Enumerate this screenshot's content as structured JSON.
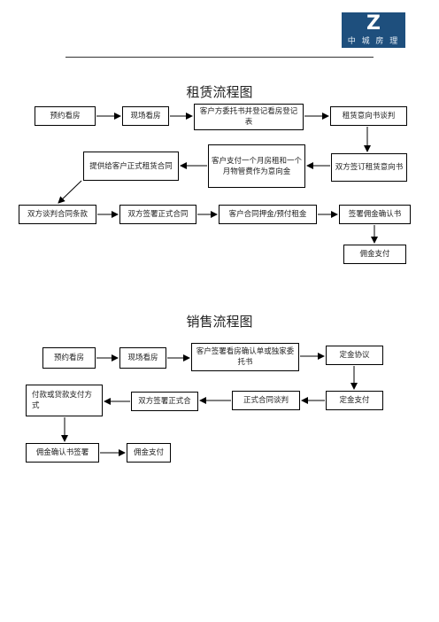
{
  "logo": {
    "mark": "Z",
    "text": "中 城 房 理"
  },
  "rental": {
    "title": "租赁流程图",
    "steps": [
      "预约看房",
      "现场看房",
      "客户方委托书并登记看房登记表",
      "租赁意向书谈判",
      "双方签订租赁意向书",
      "客户支付一个月房租和一个月物管费作为意向金",
      "提供给客户正式租赁合同",
      "双方谈判合同条款",
      "双方签署正式合同",
      "客户合同押金/预付租金",
      "签署佣金确认书",
      "佣金支付"
    ]
  },
  "sales": {
    "title": "销售流程图",
    "steps": [
      "预约看房",
      "现场看房",
      "客户签署看房确认单或独家委托书",
      "定金协议",
      "定金支付",
      "正式合同谈判",
      "双方签署正式合",
      "付款或贷款支付方式",
      "佣金确认书签署",
      "佣金支付"
    ]
  }
}
